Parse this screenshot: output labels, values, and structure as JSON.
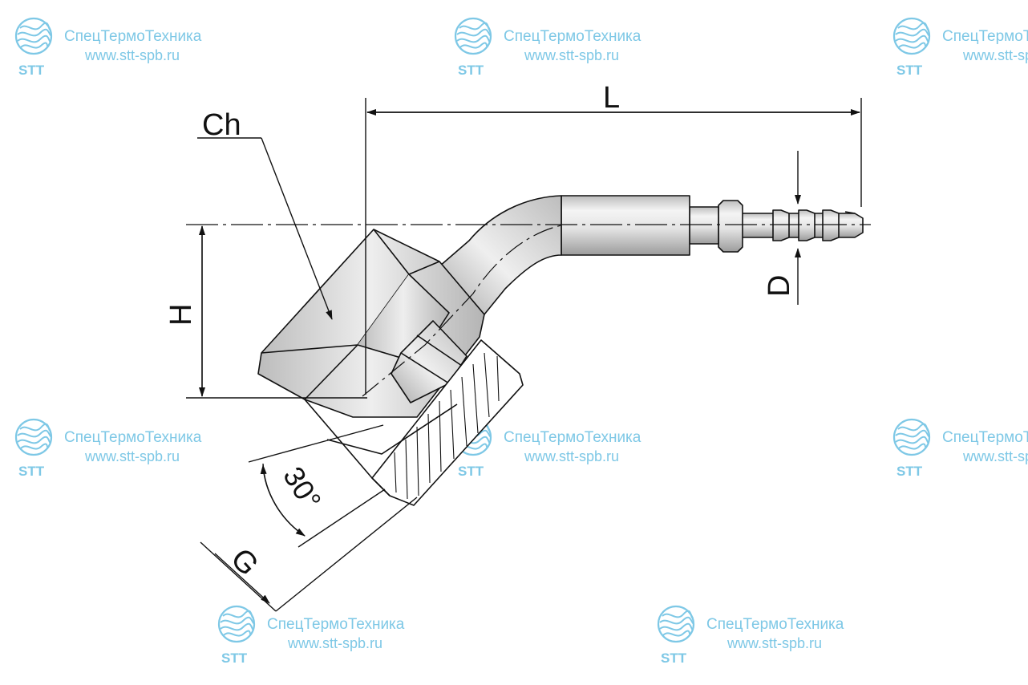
{
  "labels": {
    "ch": "Ch",
    "l": "L",
    "h": "H",
    "d": "D",
    "g": "G",
    "angle": "30°"
  },
  "watermark": {
    "name": "СпецТермоТехника",
    "url": "www.stt-spb.ru",
    "abbr": "STT",
    "color": "#7ec8e6"
  },
  "colors": {
    "line": "#111111",
    "metal_light": "#e9e9e9",
    "metal_mid": "#c9c9c9",
    "metal_dark": "#9a9a9a"
  }
}
